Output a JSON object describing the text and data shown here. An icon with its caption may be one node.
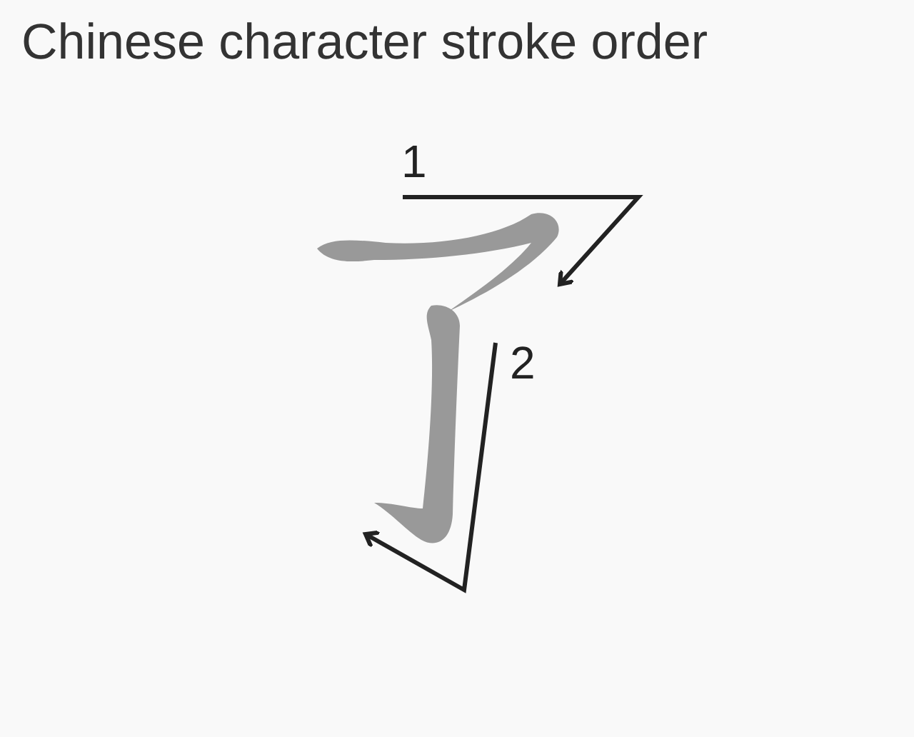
{
  "diagram": {
    "title": "Chinese character stroke order",
    "labels": [
      "1",
      "2"
    ]
  }
}
